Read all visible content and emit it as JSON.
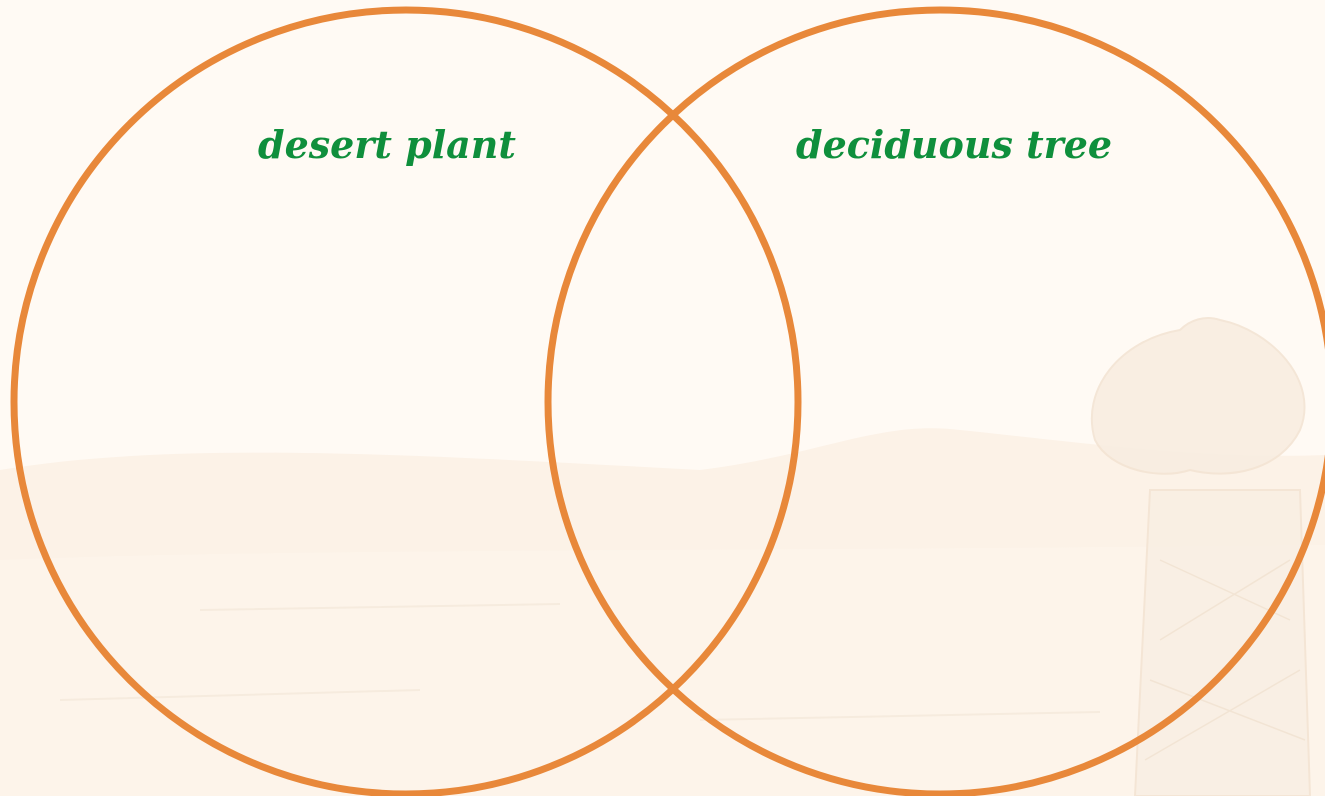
{
  "diagram": {
    "type": "venn",
    "sets": [
      {
        "label": "desert plant"
      },
      {
        "label": "deciduous tree"
      }
    ]
  },
  "colors": {
    "background": "#fffaf4",
    "circle_stroke": "#e8883a",
    "label_text": "#0f8f3c",
    "decoration": "#f6ebde"
  },
  "decorations": [
    "desert-dunes",
    "cactus-icon"
  ]
}
